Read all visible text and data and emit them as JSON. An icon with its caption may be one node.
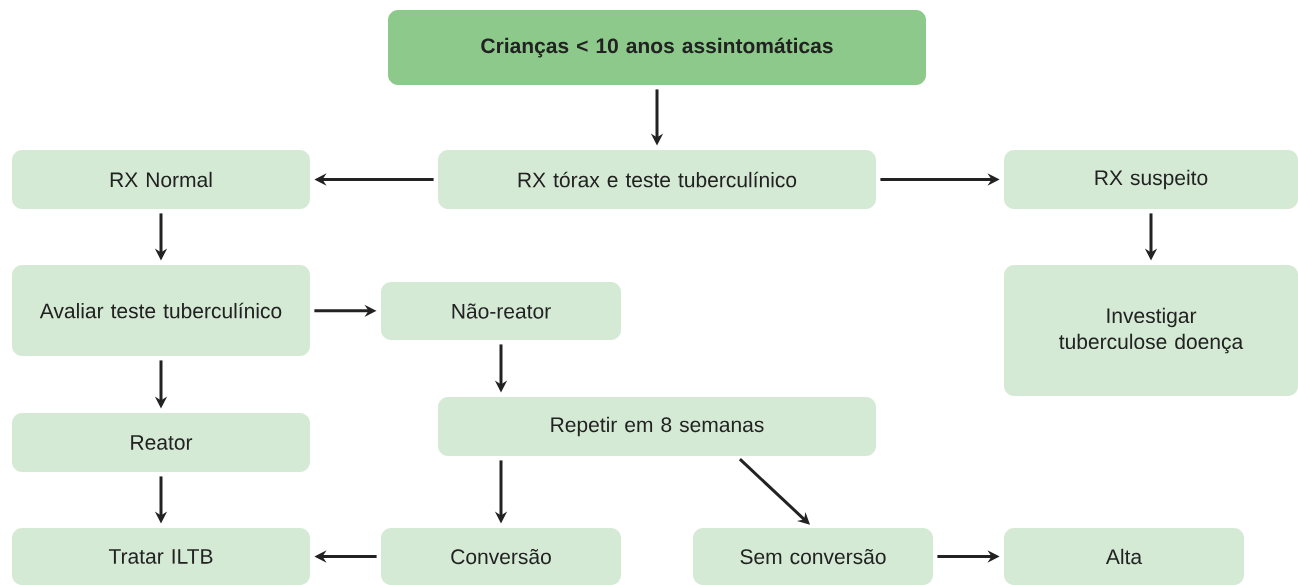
{
  "diagram": {
    "nodes": [
      {
        "text": [
          "Crianças < 10 anos assintomáticas"
        ]
      },
      {
        "text": [
          "RX tórax e teste tuberculínico"
        ]
      },
      {
        "text": [
          "RX Normal"
        ]
      },
      {
        "text": [
          "RX suspeito"
        ]
      },
      {
        "text": [
          "Avaliar teste tuberculínico"
        ]
      },
      {
        "text": [
          "Não-reator"
        ]
      },
      {
        "text": [
          "Investigar tuberculose doença"
        ]
      },
      {
        "text": [
          "Repetir em 8 semanas"
        ]
      },
      {
        "text": [
          "Reator"
        ]
      },
      {
        "text": [
          "Tratar ILTB"
        ]
      },
      {
        "text": [
          "Conversão"
        ]
      },
      {
        "text": [
          "Sem conversão"
        ]
      },
      {
        "text": [
          "Alta"
        ]
      }
    ],
    "edges": [
      {
        "from": 0,
        "to": 1,
        "arrow": "to"
      },
      {
        "from": 1,
        "to": 2,
        "arrow": "to"
      },
      {
        "from": 1,
        "to": 3,
        "arrow": "to"
      },
      {
        "from": 2,
        "to": 4,
        "arrow": "to"
      },
      {
        "from": 3,
        "to": 6,
        "arrow": "to"
      },
      {
        "from": 4,
        "to": 5,
        "arrow": "to"
      },
      {
        "from": 4,
        "to": 8,
        "arrow": "to"
      },
      {
        "from": 5,
        "to": 7,
        "arrow": "to"
      },
      {
        "from": 7,
        "to": 10,
        "arrow": "to"
      },
      {
        "from": 7,
        "to": 11,
        "arrow": "to"
      },
      {
        "from": 8,
        "to": 9,
        "arrow": "to"
      },
      {
        "from": 10,
        "to": 9,
        "arrow": "to"
      },
      {
        "from": 11,
        "to": 12,
        "arrow": "to"
      }
    ]
  }
}
